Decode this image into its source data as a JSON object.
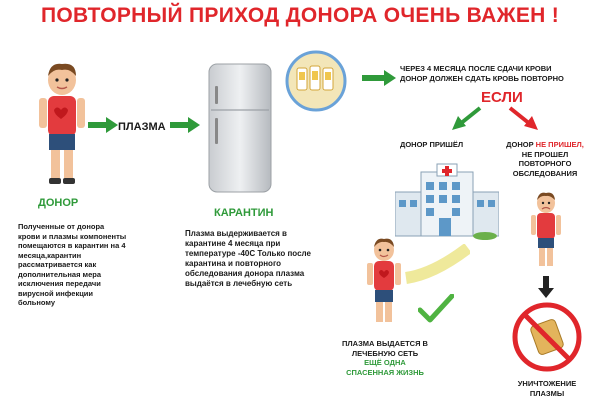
{
  "title": "ПОВТОРНЫЙ ПРИХОД ДОНОРА ОЧЕНЬ ВАЖЕН !",
  "flow": {
    "plasma_label": "ПЛАЗМА",
    "donor_label": "ДОНОР",
    "donor_text": "Полученные от донора крови и плазмы компоненты помещаются в карантин на 4 месяца,карантин рассматривается как дополнительная мера исключения передачи вирусной инфекции больному",
    "quarantine_label": "КАРАНТИН",
    "quarantine_text": "Плазма выдерживается в карантине 4 месяца при температуре -40С Только после карантина и повторного обследования донора плазма выдаётся в лечебную сеть"
  },
  "notice": {
    "line1": "ЧЕРЕЗ 4 МЕСЯЦА ПОСЛЕ СДАЧИ КРОВИ",
    "line2": "ДОНОР ДОЛЖЕН СДАТЬ КРОВЬ ПОВТОРНО"
  },
  "if_label": "ЕСЛИ",
  "branch_yes": {
    "label": "ДОНОР ПРИШЁЛ",
    "result_line1": "ПЛАЗМА ВЫДАЕТСЯ В",
    "result_line2": "ЛЕЧЕБНУЮ СЕТЬ",
    "result_line3": "ЕЩЁ ОДНА",
    "result_line4": "СПАСЕННАЯ ЖИЗНЬ"
  },
  "branch_no": {
    "label_prefix": "ДОНОР",
    "label_red": "НЕ ПРИШЕЛ,",
    "label_rest1": "НЕ ПРОШЕЛ",
    "label_rest2": "ПОВТОРНОГО",
    "label_rest3": "ОБСЛЕДОВАНИЯ",
    "result_line1": "УНИЧТОЖЕНИЕ",
    "result_line2": "ПЛАЗМЫ"
  },
  "colors": {
    "title_red": "#e0262b",
    "arrow_green": "#2f9a3a",
    "arrow_dark": "#222222"
  },
  "icons": [
    "donor-figure",
    "fridge",
    "plasma-bags",
    "hospital",
    "check-icon",
    "sad-donor",
    "crossed-plasma-icon"
  ]
}
